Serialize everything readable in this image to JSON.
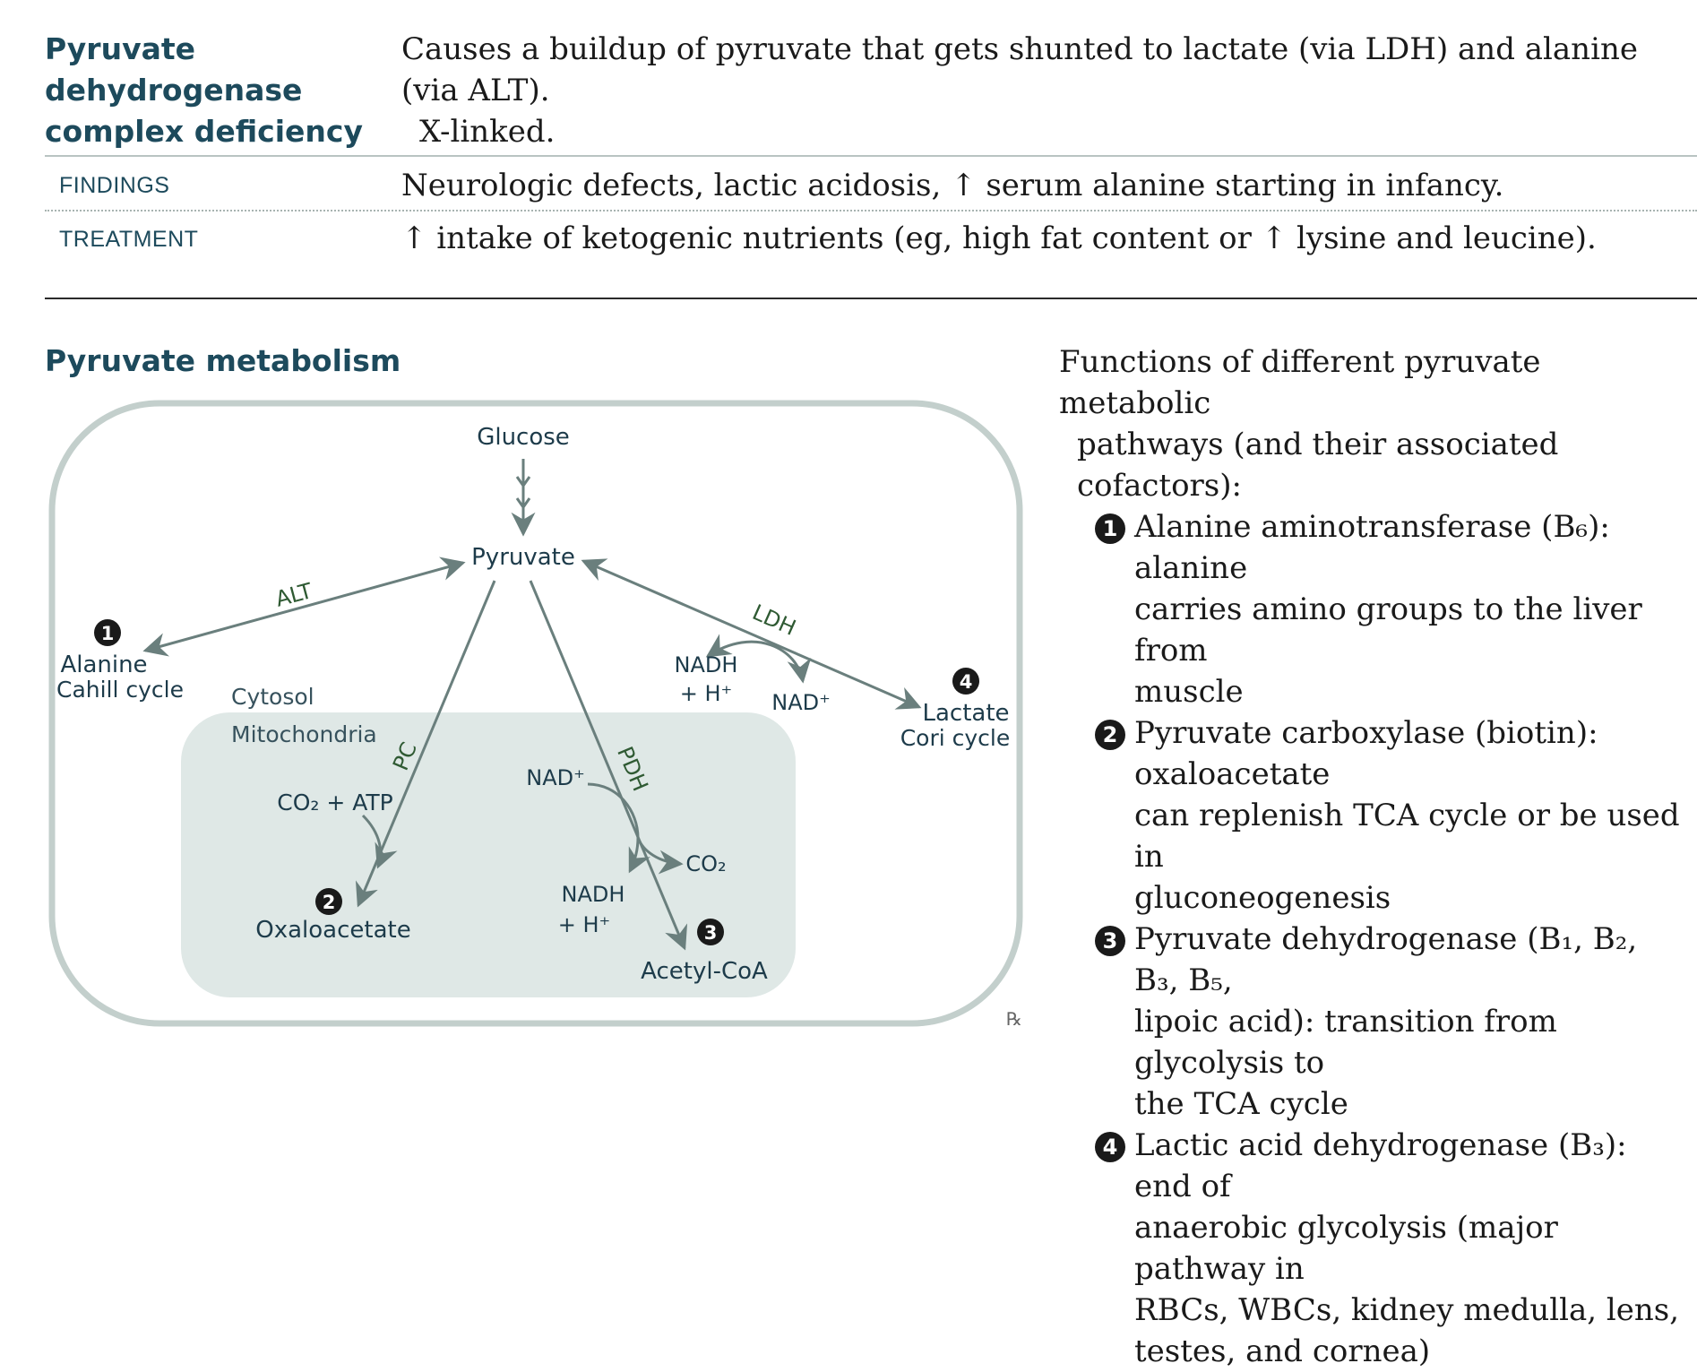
{
  "table": {
    "title_lines": [
      "Pyruvate",
      "dehydrogenase",
      "complex deficiency"
    ],
    "description_line1": "Causes a buildup of pyruvate that gets shunted to lactate (via LDH) and alanine (via ALT).",
    "description_line2": "X-linked.",
    "rows": [
      {
        "label": "FINDINGS",
        "arrow": "↑",
        "text": "Neurologic defects, lactic acidosis, ↑ serum alanine starting in infancy."
      },
      {
        "label": "TREATMENT",
        "arrow": "↑",
        "text": "↑ intake of ketogenic nutrients (eg, high fat content or ↑ lysine and leucine)."
      }
    ]
  },
  "section_title": "Pyruvate metabolism",
  "diagram": {
    "glucose": "Glucose",
    "pyruvate": "Pyruvate",
    "alt": "ALT",
    "alanine": "Alanine",
    "cahill": "Cahill cycle",
    "cytosol": "Cytosol",
    "mitochondria": "Mitochondria",
    "pc": "PC",
    "co2_atp": "CO₂ + ATP",
    "oxaloacetate": "Oxaloacetate",
    "pdh": "PDH",
    "nad_plus_pdh": "NAD⁺",
    "nadh_pdh_1": "NADH",
    "nadh_pdh_2": "+ H⁺",
    "co2": "CO₂",
    "acetyl_coa": "Acetyl-CoA",
    "ldh": "LDH",
    "nadh_ldh_1": "NADH",
    "nadh_ldh_2": "+ H⁺",
    "nad_plus_ldh": "NAD⁺",
    "lactate": "Lactate",
    "cori": "Cori cycle",
    "n1": "1",
    "n2": "2",
    "n3": "3",
    "n4": "4",
    "rx": "℞"
  },
  "functions": {
    "intro_line1": "Functions of different pyruvate metabolic",
    "intro_line2": "pathways (and their associated cofactors):",
    "items": [
      {
        "num": "1",
        "lines": [
          "Alanine aminotransferase (B₆): alanine",
          "carries amino groups to the liver from",
          "muscle"
        ]
      },
      {
        "num": "2",
        "lines": [
          "Pyruvate carboxylase (biotin): oxaloacetate",
          "can replenish TCA cycle or be used in",
          "gluconeogenesis"
        ]
      },
      {
        "num": "3",
        "lines": [
          "Pyruvate dehydrogenase (B₁, B₂, B₃, B₅,",
          "lipoic acid): transition from glycolysis to",
          "the TCA cycle"
        ]
      },
      {
        "num": "4",
        "lines": [
          "Lactic acid dehydrogenase (B₃): end of",
          "anaerobic glycolysis (major pathway in",
          "RBCs, WBCs, kidney medulla, lens,",
          "testes, and cornea)"
        ]
      }
    ]
  },
  "colors": {
    "heading": "#1d4a5c",
    "arrow": "#6a7f7d",
    "box_border": "#c3cfcc",
    "mito_fill": "#dfe8e6",
    "enzyme_label": "#2f5a33"
  }
}
